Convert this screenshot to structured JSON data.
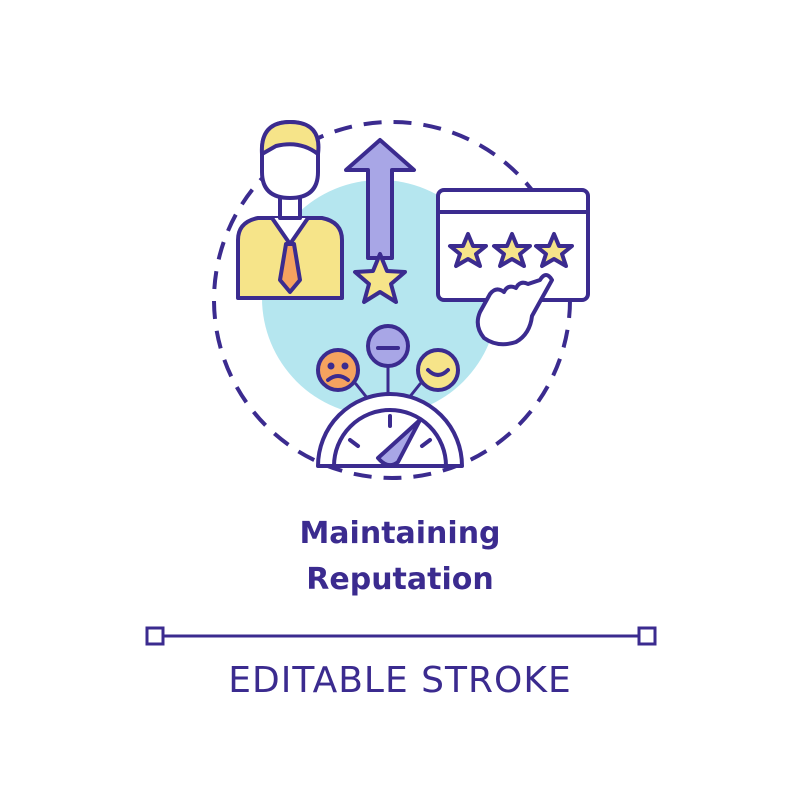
{
  "title": {
    "line1": "Maintaining",
    "line2": "Reputation"
  },
  "caption": "EDITABLE STROKE",
  "icons": [
    "businessman-icon",
    "up-arrow-icon",
    "star-icon",
    "rating-window-icon",
    "pointing-hand-icon",
    "sad-face-icon",
    "neutral-face-icon",
    "happy-face-icon",
    "speedometer-icon"
  ],
  "colors": {
    "stroke": "#3b2b8f",
    "light_blue": "#b5e6ef",
    "yellow": "#f6e489",
    "orange": "#f5a25f",
    "lavender": "#a8a6e6",
    "white": "#ffffff"
  }
}
